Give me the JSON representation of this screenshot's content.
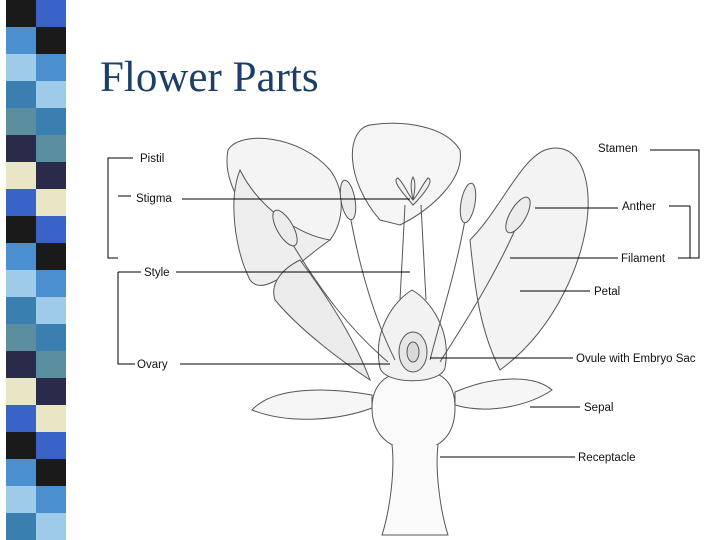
{
  "slide": {
    "title": "Flower Parts"
  },
  "diagram": {
    "labels": {
      "pistil": "Pistil",
      "stigma": "Stigma",
      "style": "Style",
      "ovary": "Ovary",
      "stamen": "Stamen",
      "anther": "Anther",
      "filament": "Filament",
      "petal": "Petal",
      "ovule": "Ovule with Embryo Sac",
      "sepal": "Sepal",
      "receptacle": "Receptacle"
    }
  },
  "theme": {
    "title_color": "#1c3f66",
    "stripe_colors": [
      "#1a1a1a",
      "#3a7fb0",
      "#e8e6c4",
      "#4a8fd0",
      "#5b8fa0",
      "#3a63c8",
      "#9ecbe8",
      "#2a2a4a"
    ]
  }
}
